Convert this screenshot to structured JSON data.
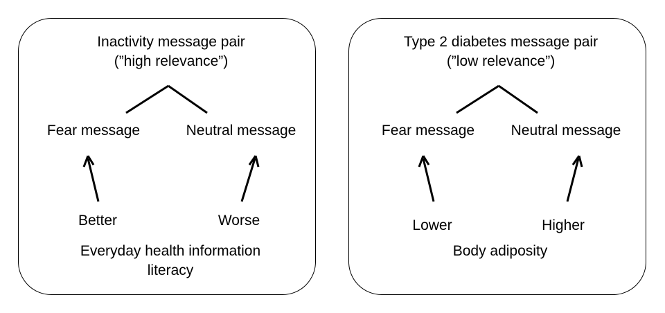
{
  "panels": [
    {
      "title_line1": "Inactivity message pair",
      "title_line2": "(”high relevance”)",
      "left_message": "Fear message",
      "right_message": "Neutral message",
      "left_level": "Better",
      "right_level": "Worse",
      "variable": "Everyday health information literacy"
    },
    {
      "title_line1": "Type 2 diabetes message pair",
      "title_line2": "(”low relevance”)",
      "left_message": "Fear message",
      "right_message": "Neutral message",
      "left_level": "Lower",
      "right_level": "Higher",
      "variable": "Body adiposity"
    }
  ]
}
